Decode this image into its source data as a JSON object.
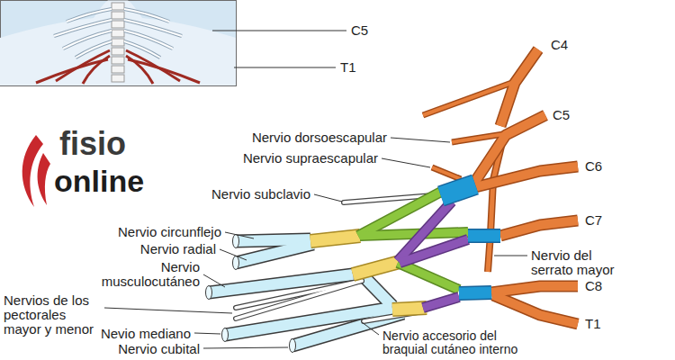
{
  "diagram": {
    "labels": [
      "C5",
      "T1",
      "C4",
      "C5",
      "Nervio dorsoescapular",
      "Nervio supraescapular",
      "C6",
      "Nervio subclavio",
      "C7",
      "Nervio circunflejo",
      "Nervio radial",
      "Nervio del serrato mayor",
      "Nervio musculocutáneo",
      "C8",
      "Nervios de los pectorales mayor y menor",
      "T1",
      "Nevio mediano",
      "Nervio accesorio del braquial cutáneo interno",
      "Nervio cubital",
      "fisio",
      "online"
    ]
  }
}
